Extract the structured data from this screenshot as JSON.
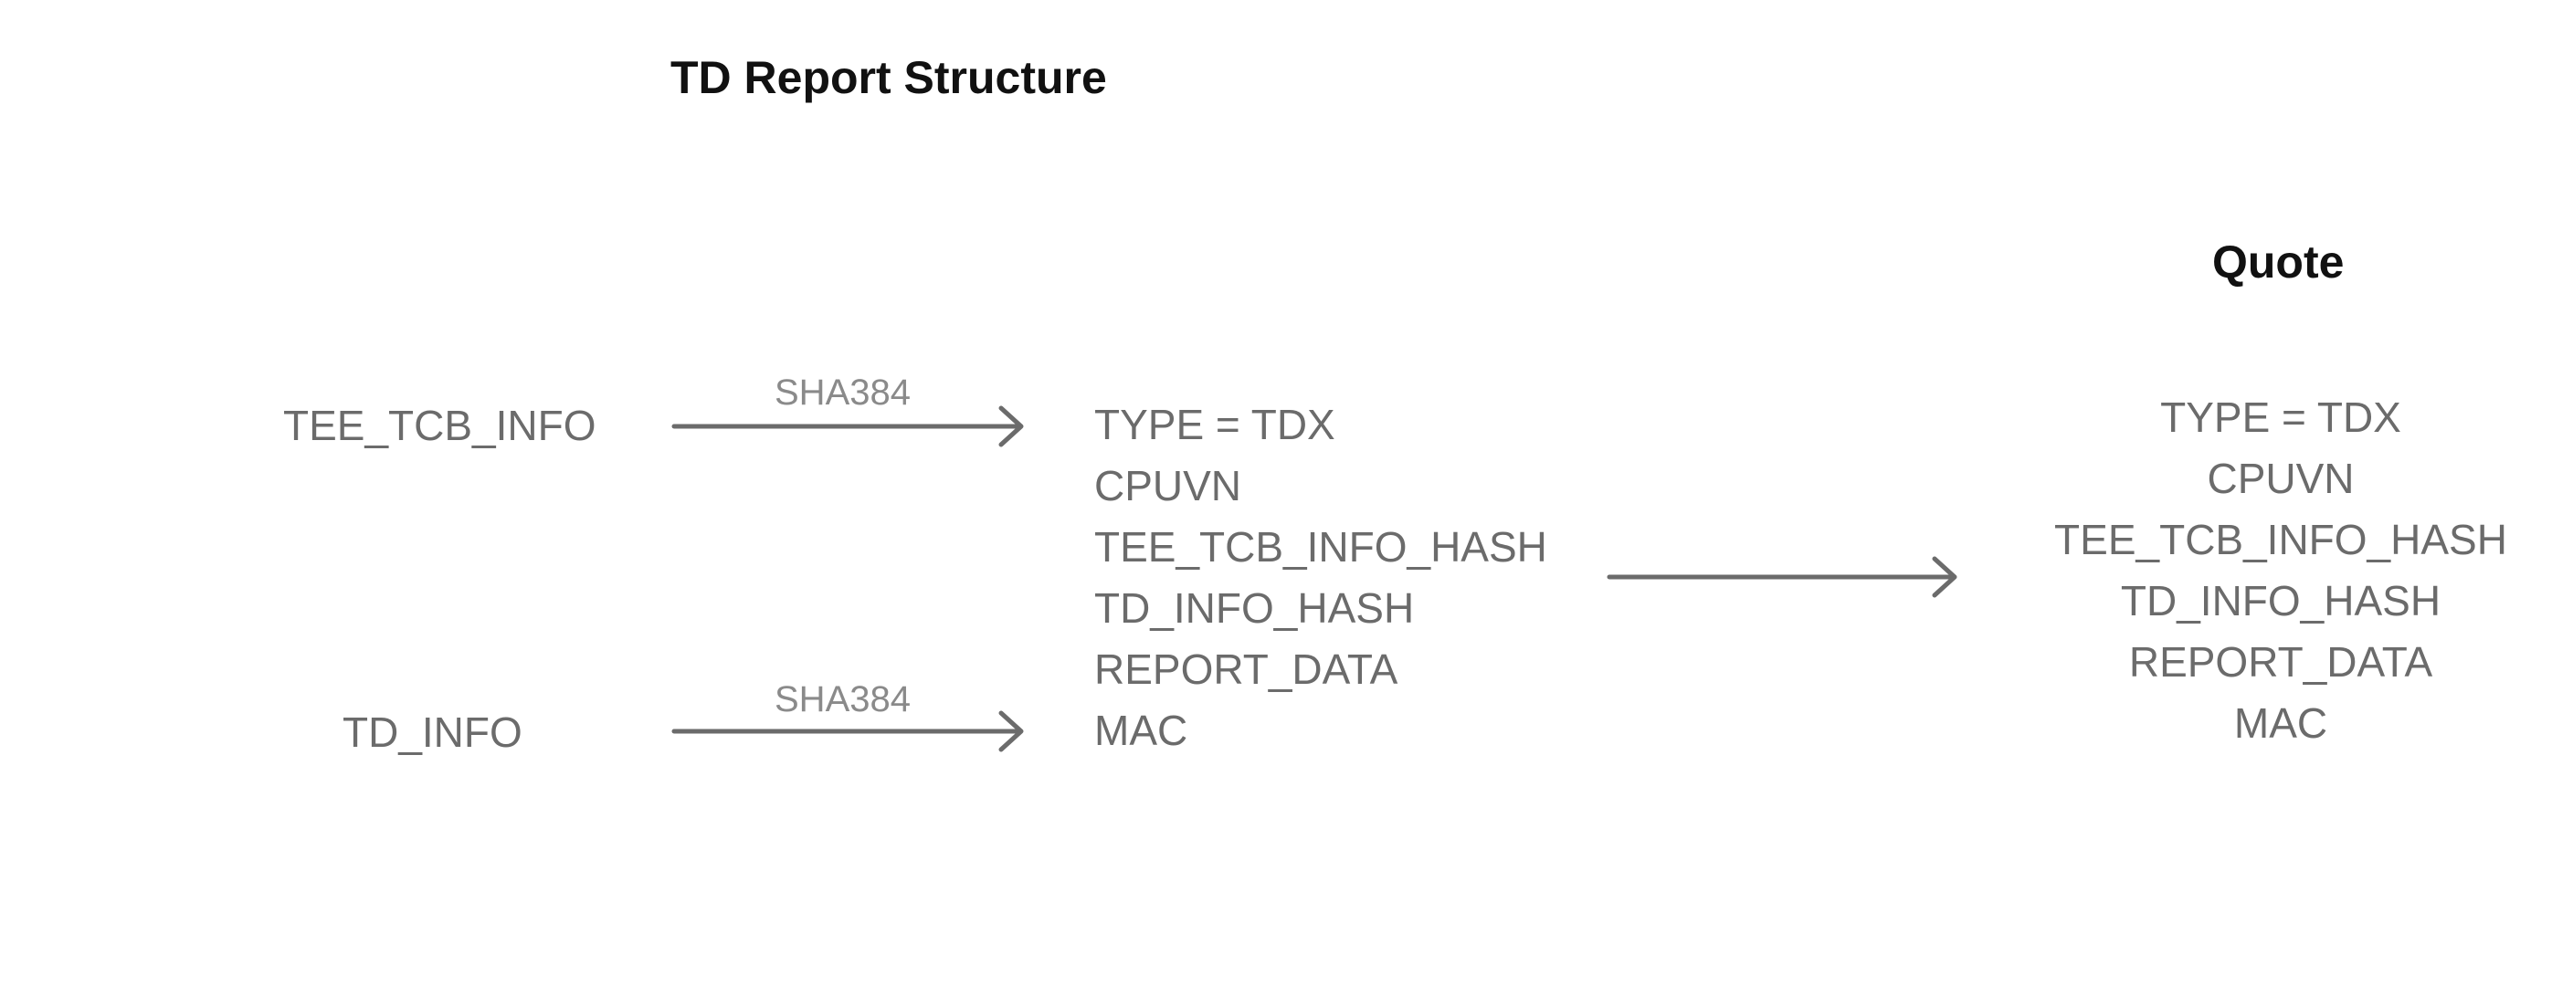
{
  "report": {
    "title": "TD Report Structure",
    "fields": [
      "TYPE = TDX",
      "CPUVN",
      "TEE_TCB_INFO_HASH",
      "TD_INFO_HASH",
      "REPORT_DATA",
      "MAC"
    ]
  },
  "inputs": {
    "tee_tcb_info": "TEE_TCB_INFO",
    "td_info": "TD_INFO"
  },
  "hash_labels": {
    "top": "SHA384",
    "bottom": "SHA384"
  },
  "quote": {
    "title": "Quote",
    "fields": [
      "TYPE = TDX",
      "CPUVN",
      "TEE_TCB_INFO_HASH",
      "TD_INFO_HASH",
      "REPORT_DATA",
      "MAC"
    ]
  },
  "colors": {
    "arrow": "#6b6b6b",
    "text": "#6b6b6b",
    "title": "#111111"
  }
}
